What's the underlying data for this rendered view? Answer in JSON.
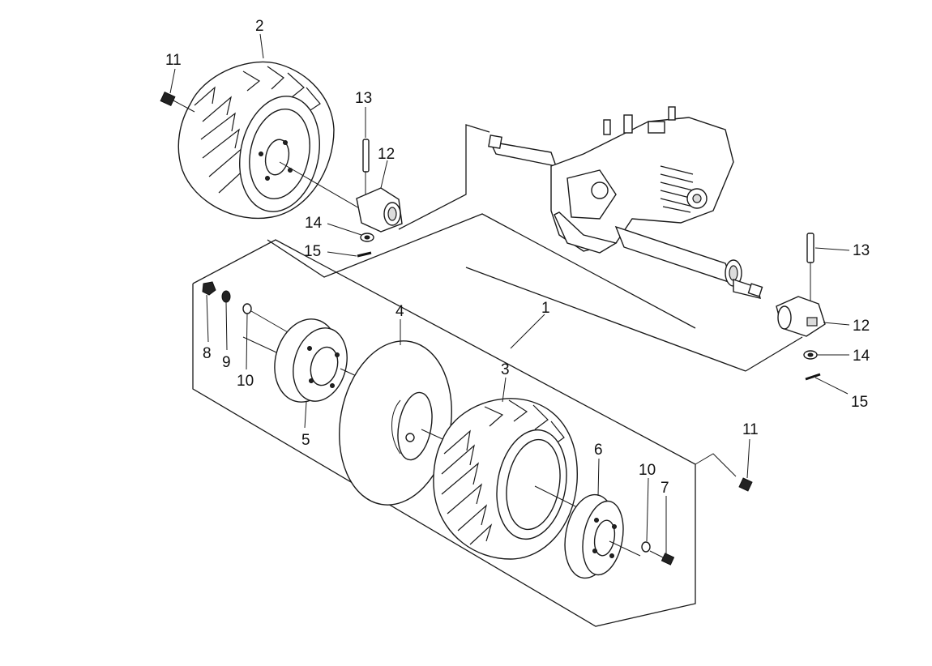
{
  "callouts": {
    "c1": "1",
    "c2": "2",
    "c3": "3",
    "c4": "4",
    "c5": "5",
    "c6": "6",
    "c7": "7",
    "c8": "8",
    "c9": "9",
    "c10a": "10",
    "c10b": "10",
    "c11a": "11",
    "c11b": "11",
    "c12a": "12",
    "c12b": "12",
    "c13a": "13",
    "c13b": "13",
    "c14a": "14",
    "c14b": "14",
    "c15a": "15",
    "c15b": "15"
  },
  "colors": {
    "line": "#1a1a1a",
    "background": "#ffffff"
  }
}
